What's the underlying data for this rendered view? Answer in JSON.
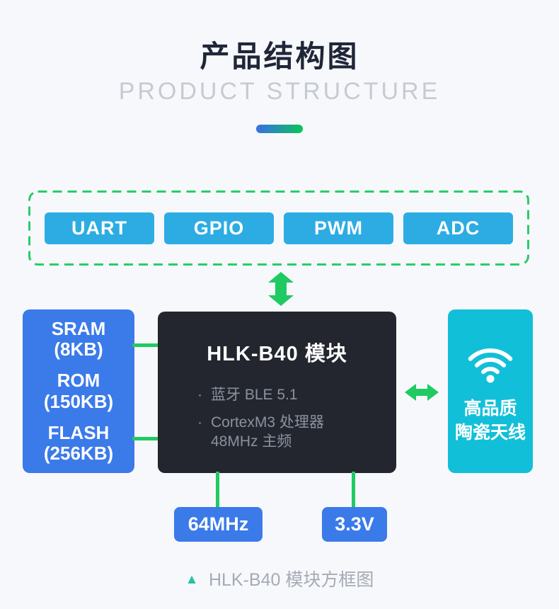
{
  "header": {
    "title": "产品结构图",
    "subtitle": "PRODUCT STRUCTURE"
  },
  "peripheral_bus": {
    "ports": [
      {
        "label": "UART"
      },
      {
        "label": "GPIO"
      },
      {
        "label": "PWM"
      },
      {
        "label": "ADC"
      }
    ]
  },
  "memory": {
    "items": [
      {
        "name": "SRAM",
        "size": "(8KB)"
      },
      {
        "name": "ROM",
        "size": "(150KB)"
      },
      {
        "name": "FLASH",
        "size": "(256KB)"
      }
    ]
  },
  "module": {
    "title": "HLK-B40 模块",
    "bullet": "·",
    "features": [
      {
        "text": "蓝牙 BLE 5.1"
      },
      {
        "text": "CortexM3 处理器 48MHz 主频"
      }
    ]
  },
  "antenna": {
    "lines": [
      "高品质",
      "陶瓷天线"
    ]
  },
  "clock": {
    "label": "64MHz"
  },
  "power": {
    "label": "3.3V"
  },
  "caption": {
    "marker": "▲",
    "text": "HLK-B40 模块方框图"
  },
  "icons": {
    "antenna": "wifi-icon",
    "bus_link": "up-down-arrow-icon",
    "antenna_link": "left-right-arrow-icon",
    "caption_marker": "triangle-up-icon"
  },
  "colors": {
    "background": "#f7f8fb",
    "title_dark": "#1f2637",
    "subtitle_gray": "#c6cad2",
    "accent_green": "#1fca62",
    "dashed_border_green": "#28cd68",
    "port_sky_blue": "#2dace3",
    "memory_royal_blue": "#3b7ae9",
    "module_dark": "#23262e",
    "module_feature_gray": "#8a929f",
    "antenna_cyan": "#12bfd9",
    "caption_gray": "#a5abb5",
    "caption_marker_teal": "#1fc4a4",
    "pill_gradient_start": "#3c6de6",
    "pill_gradient_end": "#07c558"
  }
}
